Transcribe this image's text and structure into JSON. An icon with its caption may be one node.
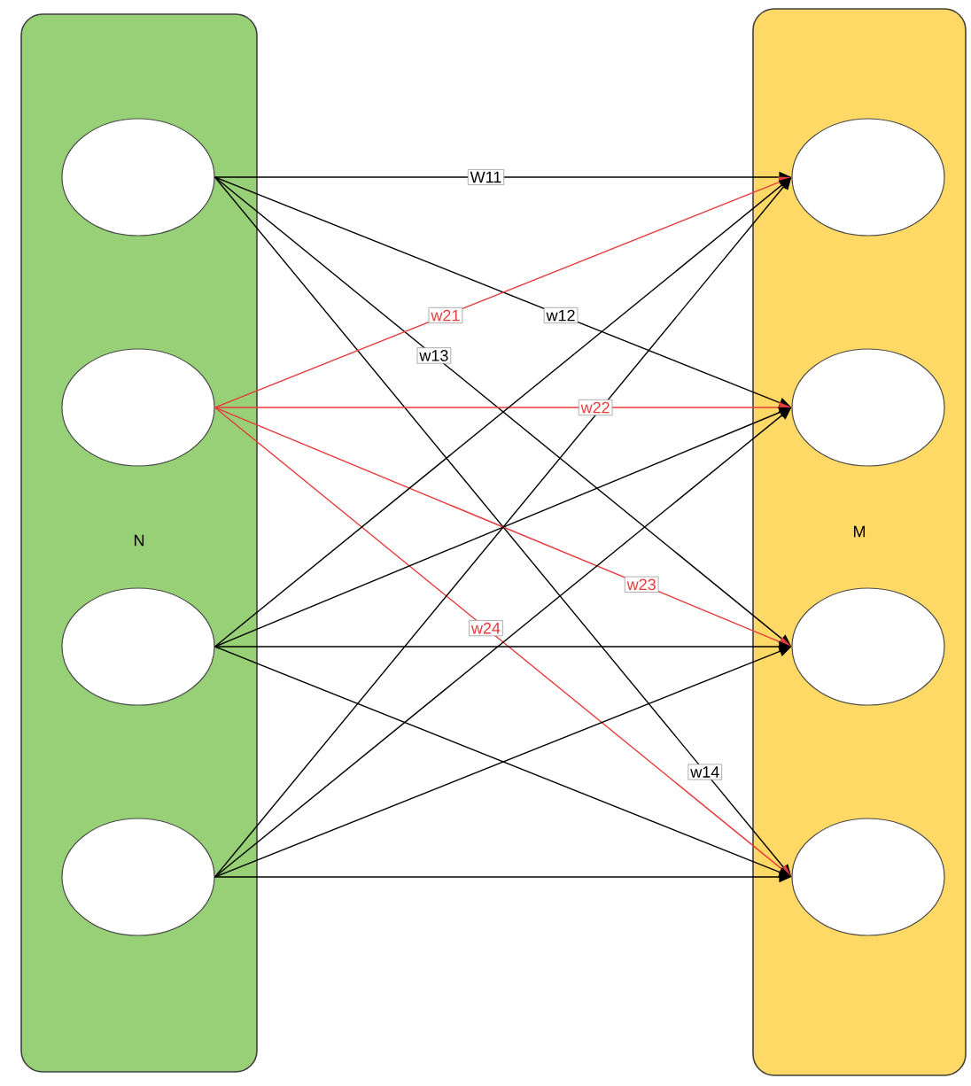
{
  "diagram": {
    "nodes": [
      {
        "text": [
          "N"
        ]
      },
      {
        "text": [],
        "shape": "circle",
        "in": 0
      },
      {
        "text": [],
        "shape": "circle",
        "in": 0
      },
      {
        "text": [],
        "shape": "circle",
        "in": 0
      },
      {
        "text": [],
        "shape": "circle",
        "in": 0
      },
      {
        "text": [
          "M"
        ]
      },
      {
        "text": [],
        "shape": "circle",
        "in": 5
      },
      {
        "text": [],
        "shape": "circle",
        "in": 5
      },
      {
        "text": [],
        "shape": "circle",
        "in": 5
      },
      {
        "text": [],
        "shape": "circle",
        "in": 5
      }
    ],
    "edges": [
      {
        "from": 1,
        "to": 6,
        "arrow": "to",
        "label": "W11"
      },
      {
        "from": 1,
        "to": 7,
        "arrow": "to",
        "label": "w12"
      },
      {
        "from": 1,
        "to": 8,
        "arrow": "to",
        "label": "w13"
      },
      {
        "from": 1,
        "to": 9,
        "arrow": "to",
        "label": "w14"
      },
      {
        "from": 2,
        "to": 6,
        "arrow": "to",
        "label": "w21",
        "color": "#e83c3c"
      },
      {
        "from": 2,
        "to": 7,
        "arrow": "to",
        "label": "w22",
        "color": "#e83c3c"
      },
      {
        "from": 2,
        "to": 8,
        "arrow": "to",
        "label": "w23",
        "color": "#e83c3c"
      },
      {
        "from": 2,
        "to": 9,
        "arrow": "to",
        "label": "w24",
        "color": "#e83c3c"
      },
      {
        "from": 3,
        "to": 6,
        "arrow": "to"
      },
      {
        "from": 3,
        "to": 7,
        "arrow": "to"
      },
      {
        "from": 3,
        "to": 8,
        "arrow": "to"
      },
      {
        "from": 3,
        "to": 9,
        "arrow": "to"
      },
      {
        "from": 4,
        "to": 6,
        "arrow": "to"
      },
      {
        "from": 4,
        "to": 7,
        "arrow": "to"
      },
      {
        "from": 4,
        "to": 8,
        "arrow": "to"
      },
      {
        "from": 4,
        "to": 9,
        "arrow": "to"
      }
    ]
  }
}
